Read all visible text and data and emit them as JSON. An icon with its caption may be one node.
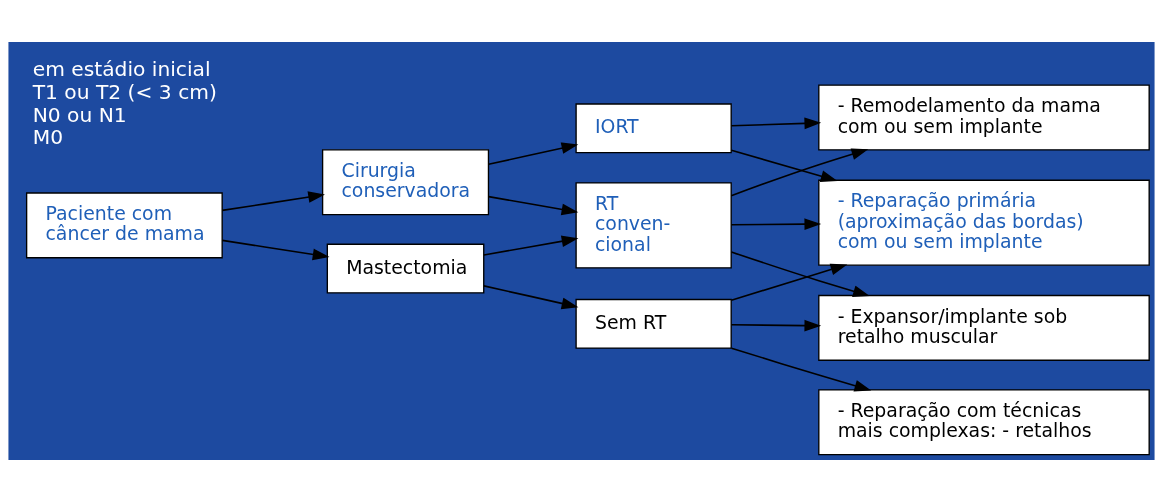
{
  "diagram": {
    "nodes": [
      {
        "text": [
          "Paciente com câncer de mama"
        ],
        "beside": [
          "em estádio inicial",
          "T1 ou T2 (< 3 cm)",
          "N0 ou N1",
          "M0"
        ]
      },
      {
        "text": [
          "Cirurgia conservadora"
        ]
      },
      {
        "text": [
          "Mastectomia"
        ]
      },
      {
        "text": [
          "IORT"
        ]
      },
      {
        "text": [
          "RT conven- cional"
        ]
      },
      {
        "text": [
          "Sem RT"
        ]
      },
      {
        "text": [
          "- Reparação primária (aproximação das bordas) com ou sem implante"
        ]
      },
      {
        "text": [
          "- Remodelamento da mama com ou sem implante"
        ]
      },
      {
        "text": [
          "- Expansor/implante sob retalho muscular"
        ]
      },
      {
        "text": [
          "- Reparação com técnicas mais complexas: - retalhos"
        ]
      }
    ],
    "edges": [
      {
        "from": 0,
        "to": 1,
        "arrow": "to"
      },
      {
        "from": 0,
        "to": 2,
        "arrow": "to"
      },
      {
        "from": 1,
        "to": 3,
        "arrow": "to"
      },
      {
        "from": 1,
        "to": 4,
        "arrow": "to"
      },
      {
        "from": 2,
        "to": 4,
        "arrow": "to"
      },
      {
        "from": 2,
        "to": 5,
        "arrow": "to"
      },
      {
        "from": 3,
        "to": 6,
        "arrow": "to"
      },
      {
        "from": 3,
        "to": 7,
        "arrow": "to"
      },
      {
        "from": 4,
        "to": 6,
        "arrow": "to"
      },
      {
        "from": 4,
        "to": 7,
        "arrow": "to"
      },
      {
        "from": 4,
        "to": 8,
        "arrow": "to"
      },
      {
        "from": 5,
        "to": 6,
        "arrow": "to"
      },
      {
        "from": 5,
        "to": 8,
        "arrow": "to"
      },
      {
        "from": 5,
        "to": 9,
        "arrow": "to"
      }
    ]
  }
}
